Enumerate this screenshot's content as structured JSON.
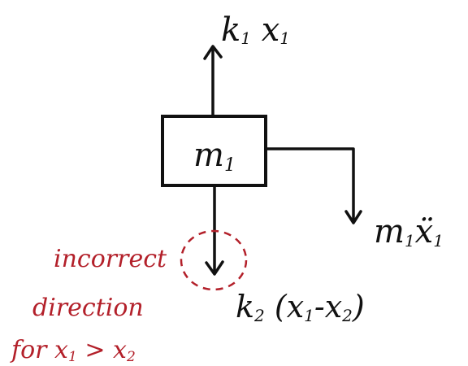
{
  "diagram": {
    "mass_label": "m",
    "mass_sub": "1",
    "top_force_label": {
      "k": "k",
      "k_sub": "1",
      "x": "x",
      "x_sub": "1"
    },
    "inertia_label": {
      "m": "m",
      "m_sub": "1",
      "x": "ẍ",
      "x_sub": "1"
    },
    "bottom_force_label": {
      "k": "k",
      "k_sub": "2",
      "open": "(",
      "x1": "x",
      "x1_sub": "1",
      "minus": "-",
      "x2": "x",
      "x2_sub": "2",
      "close": ")"
    },
    "annotation": {
      "line1": "incorrect",
      "line2": "direction",
      "line3_prefix": "for ",
      "line3_x1": "x",
      "line3_x1_sub": "1",
      "line3_gt": " > ",
      "line3_x2": "x",
      "line3_x2_sub": "2"
    }
  },
  "colors": {
    "ink": "#111111",
    "annotation": "#b3202a"
  }
}
